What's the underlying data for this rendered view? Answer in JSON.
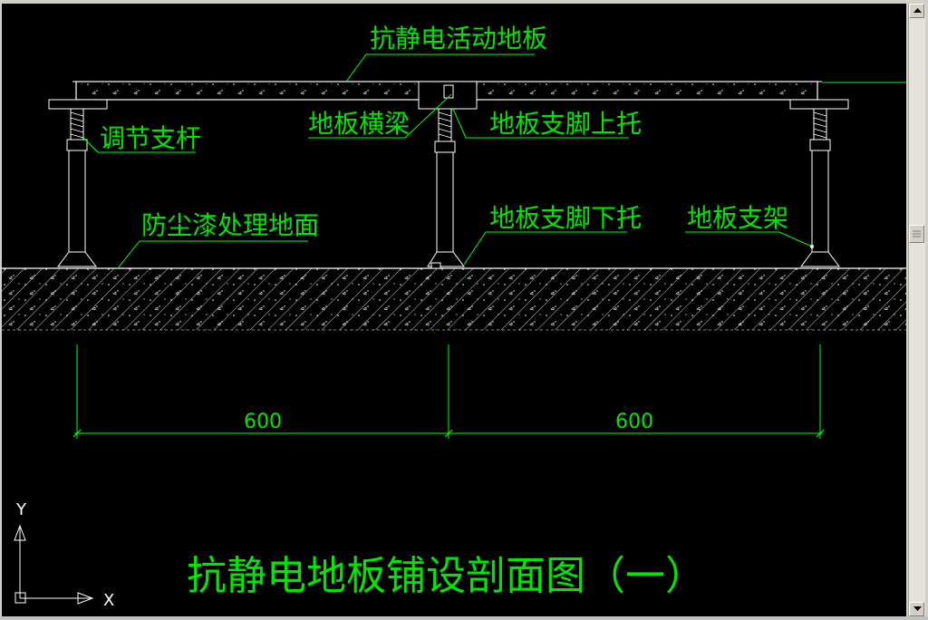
{
  "drawing": {
    "title": "抗静电地板铺设剖面图（一）",
    "labels": {
      "floor_panel": "抗静电活动地板",
      "adjust_rod": "调节支杆",
      "crossbeam": "地板横梁",
      "upper_bracket": "地板支脚上托",
      "dustproof_ground": "防尘漆处理地面",
      "lower_bracket": "地板支脚下托",
      "support_frame": "地板支架"
    },
    "dimensions": [
      "600",
      "600"
    ],
    "axes": {
      "x": "X",
      "y": "Y"
    }
  },
  "colors": {
    "background": "#000000",
    "linework": "#ffffff",
    "annotation": "#00ff00",
    "annotation_text": "#00e600"
  }
}
